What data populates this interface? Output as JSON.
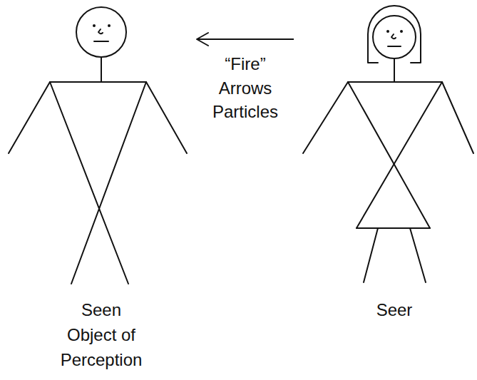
{
  "diagram": {
    "nodes": [
      {
        "text": [
          "Seen Object of Perception"
        ]
      },
      {
        "text": [
          "Seer"
        ]
      }
    ],
    "edges": [
      {
        "from": 1,
        "to": 0,
        "arrow": "to",
        "label": "“Fire” Arrows Particles"
      }
    ]
  }
}
